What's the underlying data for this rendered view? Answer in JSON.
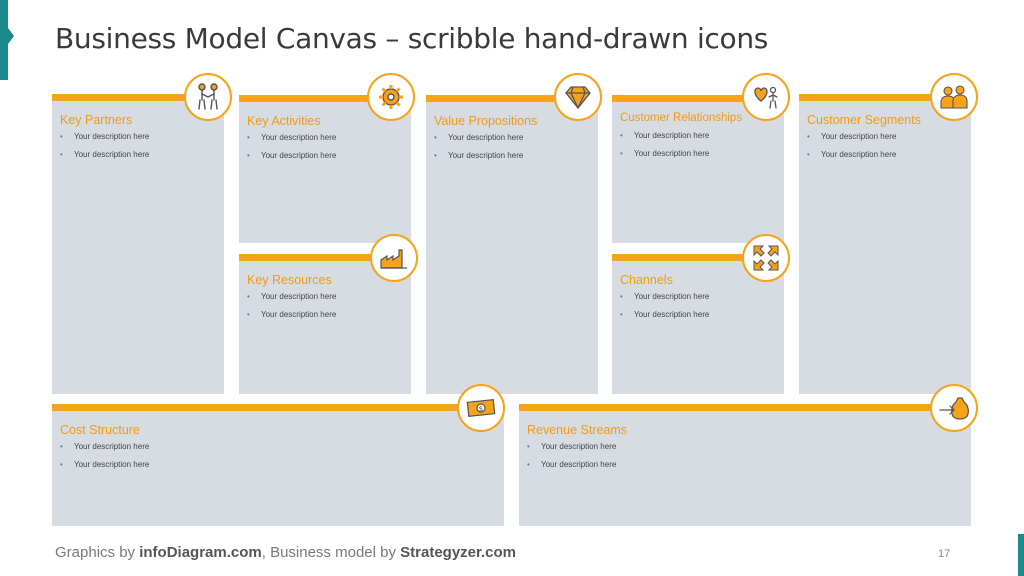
{
  "title": "Business Model Canvas – scribble hand-drawn icons",
  "colors": {
    "accent": "#f7a21b",
    "label": "#f09a18",
    "panel": "#d7dce3",
    "teal": "#1b8a8c"
  },
  "blocks": {
    "key_partners": {
      "label": "Key Partners",
      "items": [
        "Your description here",
        "Your description here"
      ],
      "icon": "handshake-people-icon"
    },
    "key_activities": {
      "label": "Key Activities",
      "items": [
        "Your description here",
        "Your description here"
      ],
      "icon": "gear-icon"
    },
    "key_resources": {
      "label": "Key Resources",
      "items": [
        "Your description here",
        "Your description here"
      ],
      "icon": "factory-icon"
    },
    "value_propositions": {
      "label": "Value Propositions",
      "items": [
        "Your description here",
        "Your description here"
      ],
      "icon": "diamond-icon"
    },
    "customer_relationships": {
      "label": "Customer Relationships",
      "items": [
        "Your description here",
        "Your description here"
      ],
      "icon": "heart-person-icon"
    },
    "channels": {
      "label": "Channels",
      "items": [
        "Your description here",
        "Your description here"
      ],
      "icon": "arrows-expand-icon"
    },
    "customer_segments": {
      "label": "Customer Segments",
      "items": [
        "Your description here",
        "Your description here"
      ],
      "icon": "people-icon"
    },
    "cost_structure": {
      "label": "Cost Structure",
      "items": [
        "Your description here",
        "Your description here"
      ],
      "icon": "dollar-bill-icon"
    },
    "revenue_streams": {
      "label": "Revenue Streams",
      "items": [
        "Your description here",
        "Your description here"
      ],
      "icon": "money-bag-icon"
    }
  },
  "footer": {
    "prefix": "Graphics by ",
    "brand1": "infoDiagram.com",
    "middle": ", Business model by ",
    "brand2": "Strategyzer.com"
  },
  "page_number": "17"
}
